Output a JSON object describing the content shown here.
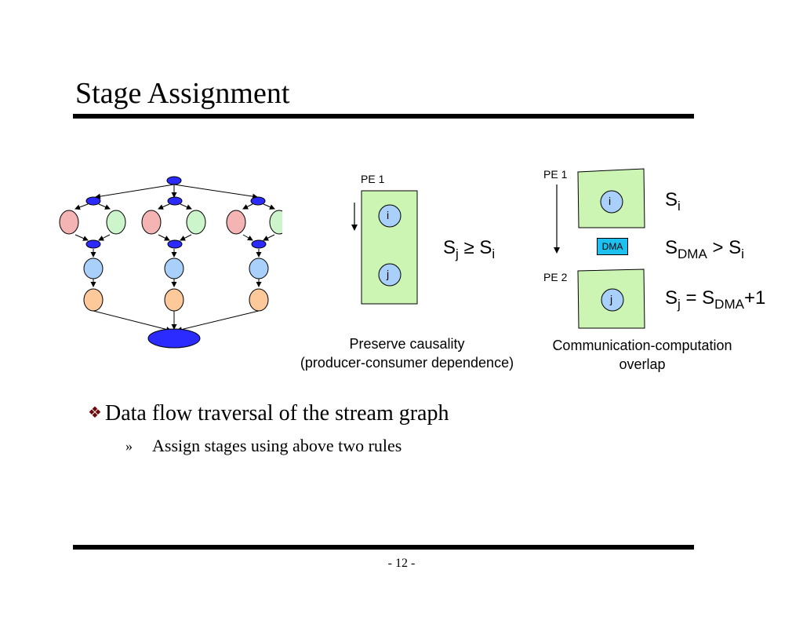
{
  "slide": {
    "title": "Stage Assignment",
    "page_number": "- 12 -"
  },
  "causality_panel": {
    "pe_label": "PE 1",
    "node_i": "i",
    "node_j": "j",
    "relation": "≥",
    "caption_line1": "Preserve causality",
    "caption_line2": "(producer-consumer dependence)"
  },
  "overlap_panel": {
    "pe1_label": "PE 1",
    "pe2_label": "PE 2",
    "node_i": "i",
    "node_j": "j",
    "dma_label": "DMA",
    "caption_line1": "Communication-computation",
    "caption_line2": "overlap"
  },
  "equations": {
    "s": "S",
    "sub_i": "i",
    "sub_j": "j",
    "sub_dma": "DMA",
    "gt": " > ",
    "eq": " = ",
    "plus_one": "+1"
  },
  "bullets": [
    {
      "text": "Data flow traversal of the stream graph",
      "sub": [
        "Assign stages using above two rules"
      ]
    }
  ],
  "colors": {
    "node_blue": "#2b2bff",
    "node_pink": "#f4b4b4",
    "node_green": "#ccf5cc",
    "node_lightblue": "#a8d0fb",
    "node_orange": "#fdc89a",
    "pe_box": "#ccf5b4",
    "dma": "#1ec0f0",
    "bullet": "#6b0a0a"
  }
}
